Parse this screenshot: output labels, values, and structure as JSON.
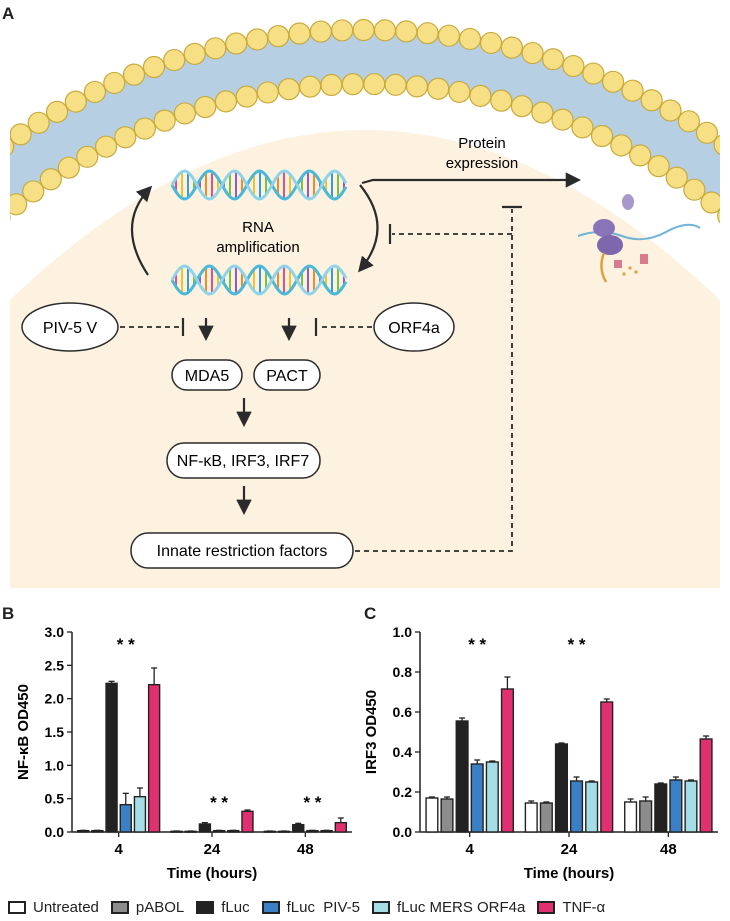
{
  "panels": {
    "a_label": "A",
    "b_label": "B",
    "c_label": "C"
  },
  "diagram": {
    "protein_expression_line1": "Protein",
    "protein_expression_line2": "expression",
    "rna_amplification_line1": "RNA",
    "rna_amplification_line2": "amplification",
    "piv5v": "PIV-5 V",
    "orf4a": "ORF4a",
    "mda5": "MDA5",
    "pact": "PACT",
    "transcription_factors": "NF-κB, IRF3, IRF7",
    "restriction_factors": "Innate restriction factors",
    "colors": {
      "cytoplasm": "#fcf2df",
      "lipid_head": "#f6df84",
      "lipid_head_edge": "#c9a93c",
      "membrane_tail": "#b7cfe3"
    }
  },
  "legend": [
    {
      "label": "Untreated",
      "color": "#ffffff"
    },
    {
      "label": "pABOL",
      "color": "#8c8c8c"
    },
    {
      "label": "fLuc",
      "color": "#222222"
    },
    {
      "label": "fLuc  PIV-5",
      "color": "#3b7fc4"
    },
    {
      "label": "fLuc MERS ORF4a",
      "color": "#a5dde6"
    },
    {
      "label": "TNF-α",
      "color": "#e0306f"
    }
  ],
  "chart_data": [
    {
      "type": "bar",
      "panel": "B",
      "xlabel": "Time (hours)",
      "ylabel": "NF-κB OD450",
      "categories": [
        "4",
        "24",
        "48"
      ],
      "ylim": [
        0,
        3.0
      ],
      "yticks": [
        "0.0",
        "0.5",
        "1.0",
        "1.5",
        "2.0",
        "2.5",
        "3.0"
      ],
      "series": [
        {
          "name": "Untreated",
          "values": [
            0.02,
            0.01,
            0.01
          ],
          "errors": [
            0.005,
            0.005,
            0.005
          ]
        },
        {
          "name": "pABOL",
          "values": [
            0.02,
            0.01,
            0.01
          ],
          "errors": [
            0.005,
            0.005,
            0.005
          ]
        },
        {
          "name": "fLuc",
          "values": [
            2.23,
            0.12,
            0.11
          ],
          "errors": [
            0.03,
            0.02,
            0.02
          ]
        },
        {
          "name": "fLuc  PIV-5",
          "values": [
            0.41,
            0.02,
            0.02
          ],
          "errors": [
            0.17,
            0.005,
            0.005
          ]
        },
        {
          "name": "fLuc MERS ORF4a",
          "values": [
            0.53,
            0.02,
            0.02
          ],
          "errors": [
            0.13,
            0.005,
            0.005
          ]
        },
        {
          "name": "TNF-α",
          "values": [
            2.21,
            0.31,
            0.14
          ],
          "errors": [
            0.25,
            0.02,
            0.07
          ]
        }
      ],
      "annotations": [
        {
          "category": "4",
          "text": "* *"
        },
        {
          "category": "24",
          "text": "* *"
        },
        {
          "category": "48",
          "text": "* *"
        }
      ]
    },
    {
      "type": "bar",
      "panel": "C",
      "xlabel": "Time (hours)",
      "ylabel": "IRF3 OD450",
      "categories": [
        "4",
        "24",
        "48"
      ],
      "ylim": [
        0,
        1.0
      ],
      "yticks": [
        "0.0",
        "0.2",
        "0.4",
        "0.6",
        "0.8",
        "1.0"
      ],
      "series": [
        {
          "name": "Untreated",
          "values": [
            0.17,
            0.145,
            0.15
          ],
          "errors": [
            0.005,
            0.01,
            0.015
          ]
        },
        {
          "name": "pABOL",
          "values": [
            0.165,
            0.145,
            0.155
          ],
          "errors": [
            0.01,
            0.005,
            0.02
          ]
        },
        {
          "name": "fLuc",
          "values": [
            0.555,
            0.44,
            0.24
          ],
          "errors": [
            0.015,
            0.005,
            0.005
          ]
        },
        {
          "name": "fLuc  PIV-5",
          "values": [
            0.34,
            0.255,
            0.26
          ],
          "errors": [
            0.02,
            0.02,
            0.015
          ]
        },
        {
          "name": "fLuc MERS ORF4a",
          "values": [
            0.35,
            0.25,
            0.255
          ],
          "errors": [
            0.005,
            0.005,
            0.005
          ]
        },
        {
          "name": "TNF-α",
          "values": [
            0.715,
            0.65,
            0.465
          ],
          "errors": [
            0.06,
            0.015,
            0.015
          ]
        }
      ],
      "annotations": [
        {
          "category": "4",
          "text": "* *"
        },
        {
          "category": "24",
          "text": "* *"
        }
      ]
    }
  ]
}
